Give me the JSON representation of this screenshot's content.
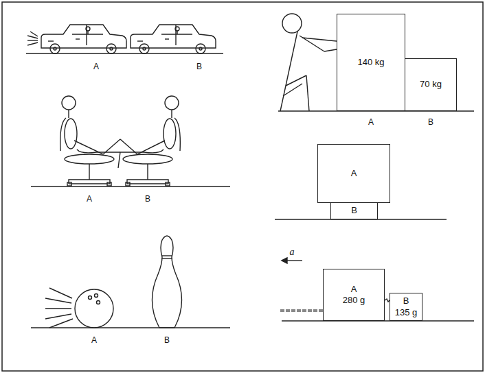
{
  "diagram": {
    "nodes": [
      {
        "text": [
          "140 kg"
        ]
      },
      {
        "text": [
          "70 kg"
        ]
      },
      {
        "text": [
          "A"
        ]
      },
      {
        "text": [
          "B"
        ]
      },
      {
        "text": [
          "A",
          "280 g"
        ]
      },
      {
        "text": [
          "B",
          "135 g"
        ]
      }
    ],
    "labels": [
      "A",
      "B",
      "A",
      "B",
      "A",
      "B",
      "A",
      "B",
      "a"
    ]
  }
}
